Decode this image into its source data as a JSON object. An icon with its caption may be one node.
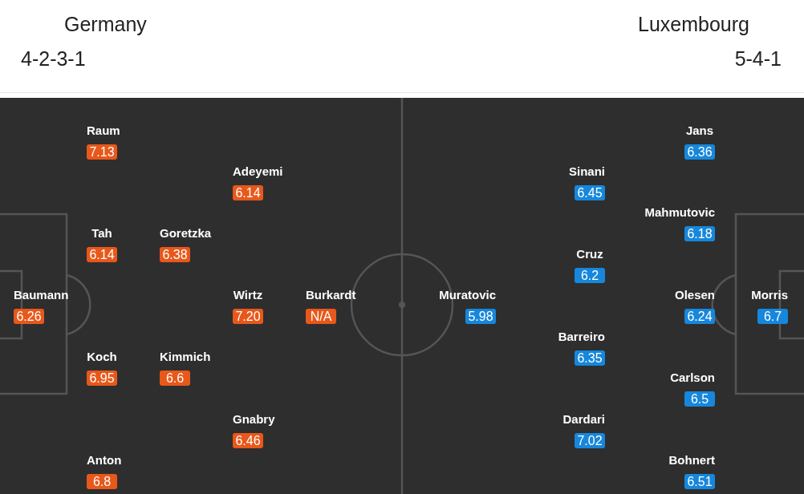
{
  "diagram": {
    "nodes": [
      {
        "text": [
          "Baumann",
          "6.26"
        ]
      },
      {
        "text": [
          "Raum",
          "7.13"
        ]
      },
      {
        "text": [
          "Tah",
          "6.14"
        ]
      },
      {
        "text": [
          "Koch",
          "6.95"
        ]
      },
      {
        "text": [
          "Anton",
          "6.8"
        ]
      },
      {
        "text": [
          "Goretzka",
          "6.38"
        ]
      },
      {
        "text": [
          "Kimmich",
          "6.6"
        ]
      },
      {
        "text": [
          "Adeyemi",
          "6.14"
        ]
      },
      {
        "text": [
          "Wirtz",
          "7.20"
        ]
      },
      {
        "text": [
          "Gnabry",
          "6.46"
        ]
      },
      {
        "text": [
          "Burkardt",
          "N/A"
        ]
      },
      {
        "text": [
          "Muratovic",
          "5.98"
        ]
      },
      {
        "text": [
          "Sinani",
          "6.45"
        ]
      },
      {
        "text": [
          "Cruz",
          "6.2"
        ]
      },
      {
        "text": [
          "Barreiro",
          "6.35"
        ]
      },
      {
        "text": [
          "Dardari",
          "7.02"
        ]
      },
      {
        "text": [
          "Jans",
          "6.36"
        ]
      },
      {
        "text": [
          "Mahmutovic",
          "6.18"
        ]
      },
      {
        "text": [
          "Olesen",
          "6.24"
        ]
      },
      {
        "text": [
          "Carlson",
          "6.5"
        ]
      },
      {
        "text": [
          "Bohnert",
          "6.51"
        ]
      },
      {
        "text": [
          "Morris",
          "6.7"
        ]
      }
    ],
    "edges": [],
    "labels": [
      "Germany",
      "Luxembourg",
      "4-2-3-1",
      "5-4-1"
    ]
  }
}
